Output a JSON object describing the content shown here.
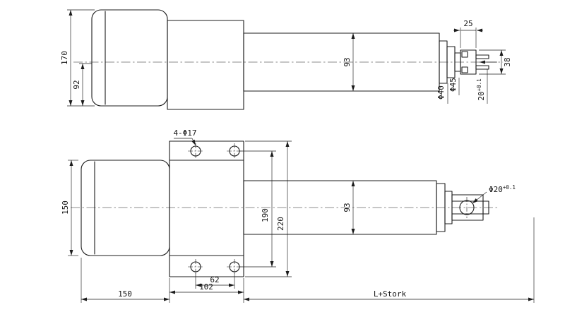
{
  "colors": {
    "ink": "#1c1c1c",
    "background": "#ffffff"
  },
  "top_view": {
    "dim_motor_height": "170",
    "dim_motor_lower": "92",
    "dim_tube_outer": "93",
    "dim_clevis_width": "25",
    "dim_clevis_height": "38",
    "dim_slot_width": "20",
    "dim_slot_tol": "+0.1",
    "label_rod_dia": "Φ40",
    "label_collar_dia": "Φ45"
  },
  "bottom_view": {
    "dim_motor_height": "150",
    "dim_hole_row_spacing": "190",
    "dim_plate_height": "220",
    "dim_tube_outer": "93",
    "holes_callout": "4-Φ17",
    "label_pin_hole_dia": "Φ20",
    "label_pin_hole_tol": "+0.1",
    "dim_hole_col_spacing": "62",
    "dim_plate_width": "102",
    "dim_motor_length": "150",
    "dim_stroke": "L+Stork"
  }
}
